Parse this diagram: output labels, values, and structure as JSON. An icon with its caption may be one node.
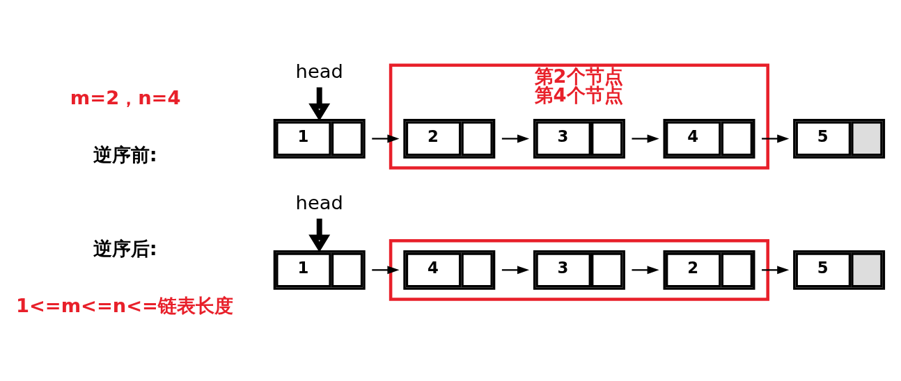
{
  "diagram": {
    "nodes": [
      {
        "text": [
          "1"
        ]
      },
      {
        "text": [
          "第2个节点",
          "第4个节点"
        ]
      },
      {
        "text": [
          "2"
        ],
        "in": 1
      },
      {
        "text": [
          "3"
        ],
        "in": 1
      },
      {
        "text": [
          "4"
        ],
        "in": 1
      },
      {
        "text": [
          "5"
        ]
      },
      {
        "text": [
          "head"
        ]
      },
      {
        "text": [
          "1"
        ]
      },
      {
        "text": [],
        "shape": "box"
      },
      {
        "text": [
          "4"
        ],
        "in": 8
      },
      {
        "text": [
          "3"
        ],
        "in": 8
      },
      {
        "text": [
          "2"
        ],
        "in": 8
      },
      {
        "text": [
          "5"
        ]
      },
      {
        "text": [
          "head"
        ]
      }
    ],
    "edges": [
      {
        "from": 0,
        "to": 2,
        "arrow": "to"
      },
      {
        "from": 2,
        "to": 3,
        "arrow": "to"
      },
      {
        "from": 3,
        "to": 4,
        "arrow": "to"
      },
      {
        "from": 4,
        "to": 5,
        "arrow": "to"
      },
      {
        "from": 6,
        "to": 0,
        "arrow": "to",
        "style": "thick"
      },
      {
        "from": 7,
        "to": 9,
        "arrow": "to"
      },
      {
        "from": 9,
        "to": 10,
        "arrow": "to"
      },
      {
        "from": 10,
        "to": 11,
        "arrow": "to"
      },
      {
        "from": 11,
        "to": 12,
        "arrow": "to"
      },
      {
        "from": 13,
        "to": 7,
        "arrow": "to",
        "style": "thick"
      }
    ],
    "labels": [
      "m=2，n=4",
      "逆序前:",
      "逆序后:",
      "1<=m<=n<=链表长度"
    ]
  }
}
